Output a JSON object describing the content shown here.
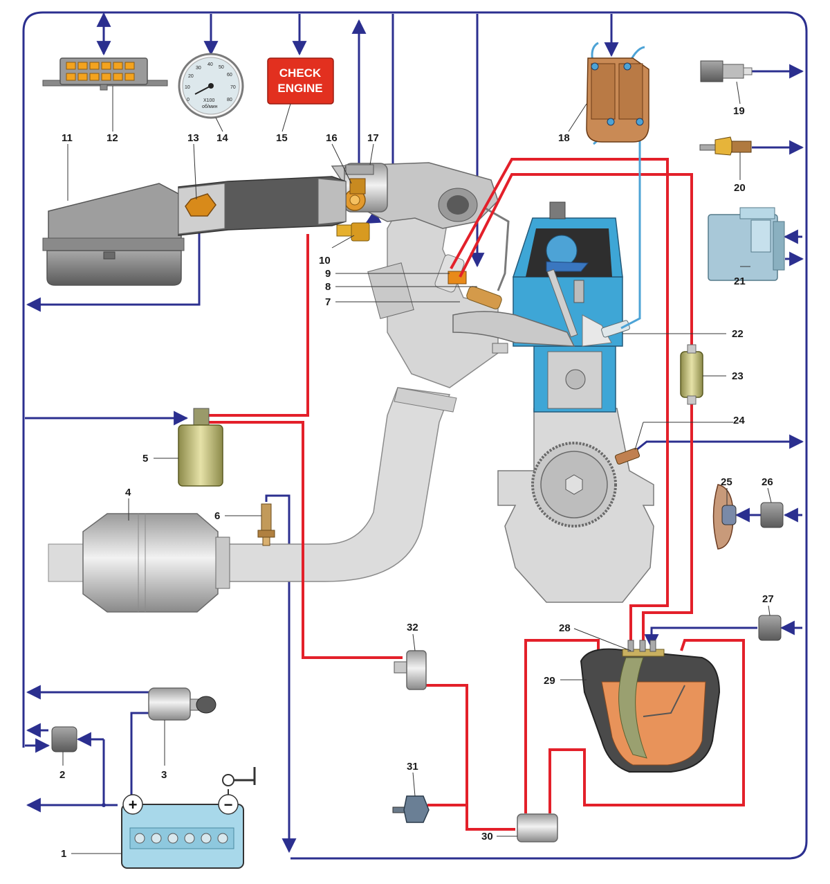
{
  "check_engine": {
    "line1": "CHECK",
    "line2": "ENGINE"
  },
  "tachometer": {
    "ticks": [
      "0",
      "10",
      "20",
      "30",
      "40",
      "50",
      "60",
      "70",
      "80"
    ],
    "multiplier": "X100",
    "unit": "об/мин"
  },
  "battery": {
    "plus": "+",
    "minus": "−"
  },
  "callouts": [
    "1",
    "2",
    "3",
    "4",
    "5",
    "6",
    "7",
    "8",
    "9",
    "10",
    "11",
    "12",
    "13",
    "14",
    "15",
    "16",
    "17",
    "18",
    "19",
    "20",
    "21",
    "22",
    "23",
    "24",
    "25",
    "26",
    "27",
    "28",
    "29",
    "30",
    "31",
    "32"
  ],
  "colors": {
    "signal_wire": "#2b2f8f",
    "fuel_line": "#e3202a",
    "ignition_lead": "#4da3d6",
    "coolant": "#3ea6d6",
    "fuel": "#e8935a",
    "warning_lamp": "#e2301f"
  }
}
